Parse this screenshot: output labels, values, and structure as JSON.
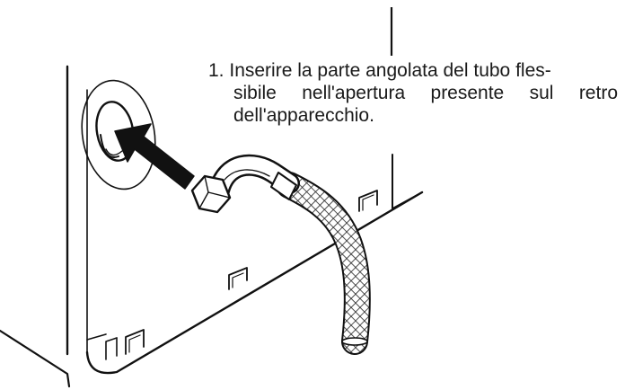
{
  "instruction": {
    "number": "1.",
    "line1": "Inserire la parte angolata del tubo fles-",
    "line2": "sibile nell'apertura presente sul retro",
    "line3": "dell'apparecchio."
  },
  "colors": {
    "ink": "#1a1a1a",
    "background": "#ffffff"
  }
}
